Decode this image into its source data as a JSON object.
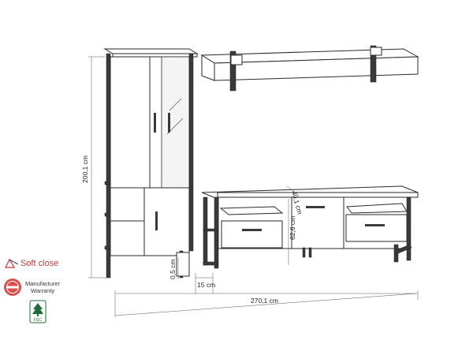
{
  "dimensions": {
    "height": "200,1 cm",
    "depth": "40,1 cm",
    "tv_height": "62,6 cm",
    "gap": "0,5 cm",
    "leg": "15 cm",
    "width": "270,1 cm"
  },
  "badges": {
    "soft_close": "Soft close",
    "warranty_line1": "Manufacturer",
    "warranty_line2": "Warranty",
    "fsc": "FSC"
  }
}
